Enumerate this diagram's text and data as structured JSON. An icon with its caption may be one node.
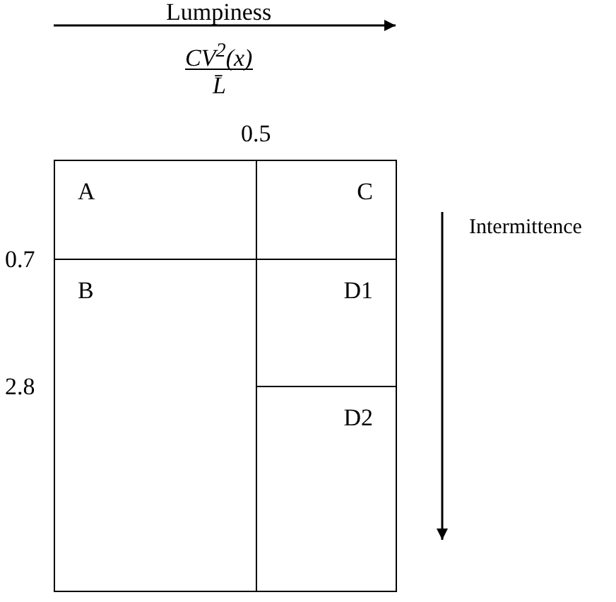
{
  "diagram": {
    "nodes": [
      {
        "text": [
          "A"
        ]
      },
      {
        "text": [
          "C"
        ]
      },
      {
        "text": [
          "B"
        ]
      },
      {
        "text": [
          "D1"
        ]
      },
      {
        "text": [
          "D2"
        ]
      }
    ],
    "labels": [
      "Lumpiness",
      "CV$^{2}$(x)",
      "L̄",
      "0.5",
      "Intermittence",
      "0.7",
      "2.8"
    ]
  }
}
